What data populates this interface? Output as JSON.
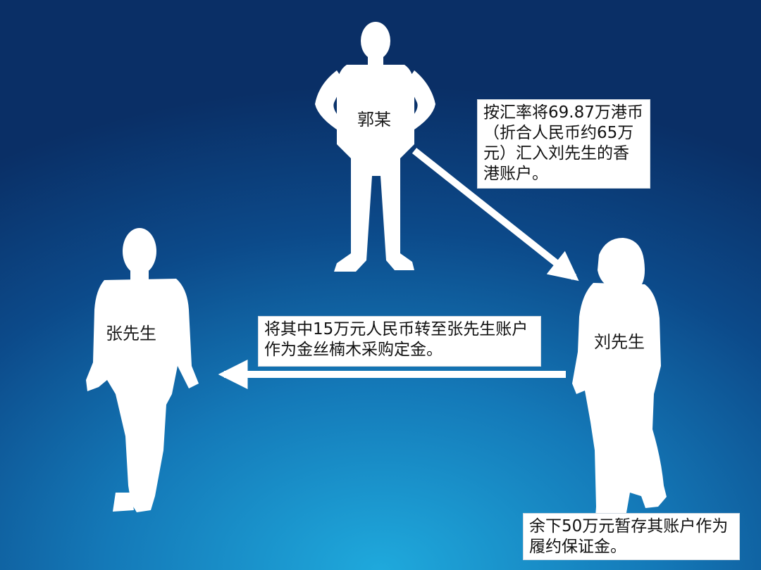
{
  "people": {
    "guo": "郭某",
    "zhang": "张先生",
    "liu": "刘先生"
  },
  "notes": {
    "transfer_hk": "按汇率将69.87万港币（折合人民币约65万元）汇入刘先生的香港账户。",
    "deposit_15": "将其中15万元人民币转至张先生账户作为金丝楠木采购定金。",
    "remaining_50": "余下50万元暂存其账户作为履约保证金。"
  },
  "colors": {
    "silhouette": "#ffffff",
    "arrow": "#ffffff",
    "note_bg": "#ffffff"
  }
}
